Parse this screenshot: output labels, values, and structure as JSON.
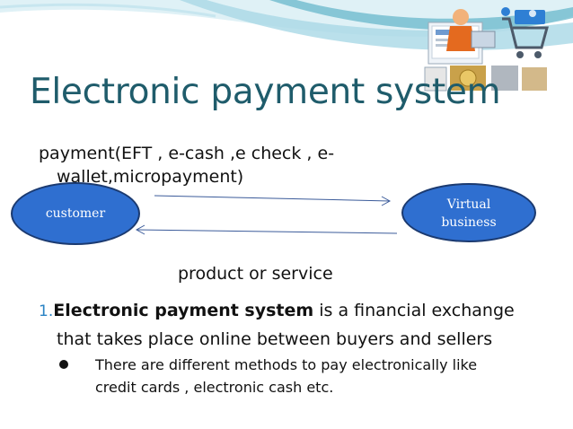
{
  "title": "Electronic payment system",
  "payment_label": {
    "line1": "payment(EFT , e-cash ,e check , e-",
    "line2": "wallet,micropayment)"
  },
  "diagram": {
    "customer": "customer",
    "virtual_line1": "Virtual",
    "virtual_line2": "business"
  },
  "product_label": "product or service",
  "point1": {
    "number": "1.",
    "bold": "Electronic payment system",
    "rest": " is a financial exchange",
    "continuation": "that takes place online between buyers and sellers"
  },
  "bullet": {
    "line1": "There are different methods to pay electronically like",
    "line2": "credit cards , electronic cash etc."
  },
  "colors": {
    "title": "#1f5c6b",
    "ellipse_fill": "#2f6fd0",
    "ellipse_border": "#1b3a70",
    "number": "#2a83c4",
    "swoosh_teal": "#5fb3c9"
  },
  "icons": [
    "ecommerce-clipart-icon",
    "bullet-dot-icon"
  ]
}
